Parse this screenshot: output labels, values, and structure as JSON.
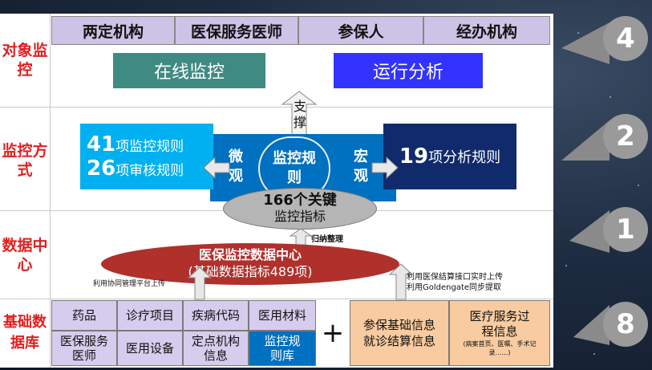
{
  "side_labels": [
    "对象监控",
    "监控方式",
    "数据中心",
    "基础数据库"
  ],
  "objects": [
    "两定机构",
    "医保服务医师",
    "参保人",
    "经办机构"
  ],
  "online_monitor": "在线监控",
  "operation_analysis": "运行分析",
  "support": "支撑",
  "rules_left_line1_num": "41",
  "rules_left_line1_text": "项监控规则",
  "rules_left_line2_num": "26",
  "rules_left_line2_text": "项审核规则",
  "micro": "微观",
  "center_rules": "监控规则",
  "macro": "宏观",
  "rules_right_num": "19",
  "rules_right_text": "项分析规则",
  "key_indicators_top": "166个关键",
  "key_indicators_bottom": "监控指标",
  "induction": "归纳整理",
  "data_center_title": "医保监控数据中心",
  "data_center_sub": "(基础数据指标489项)",
  "left_upload": "利用协同管理平台上传",
  "right_upload_1": "利用医保结算接口实时上传",
  "right_upload_2": "利用Goldengate同步提取",
  "base_cells": [
    "药品",
    "诊疗项目",
    "疾病代码",
    "医用材料",
    "医保服务医师",
    "医用设备",
    "定点机构信息",
    "监控规则库"
  ],
  "plus": "+",
  "insured_info": "参保基础信息 就诊结算信息",
  "medical_service_title": "医疗服务过程信息",
  "medical_service_sub": "(病案首页、医嘱、手术记录……)",
  "badges": [
    "4",
    "2",
    "1",
    "8"
  ]
}
